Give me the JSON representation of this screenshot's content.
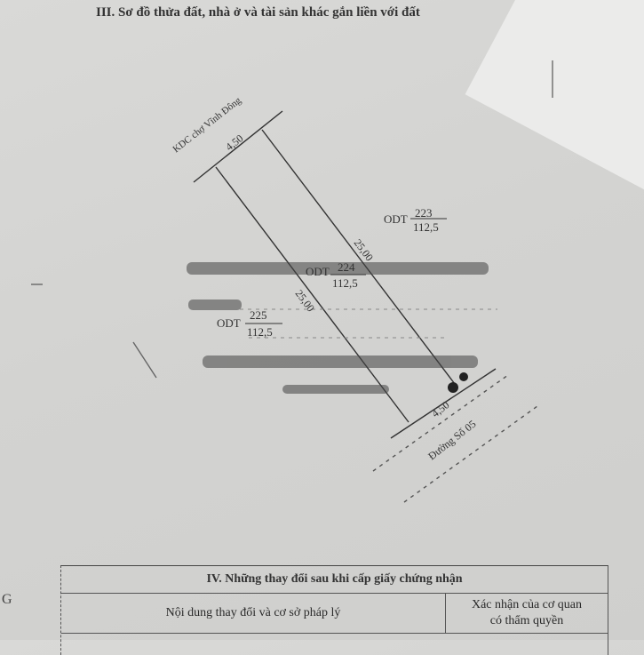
{
  "section3": {
    "heading": "III. Sơ đồ thửa đất, nhà ở và tài sản khác gắn liền với đất"
  },
  "diagram": {
    "top_road": "KDC chợ Vĩnh Đông",
    "bottom_road": "Đường Số 05",
    "top_width": "4,50",
    "bottom_width": "4,50",
    "side_right": "25,00",
    "side_left": "25,00",
    "parcels": [
      {
        "type": "ODT",
        "number": "223",
        "area": "112,5"
      },
      {
        "type": "ODT",
        "number": "224",
        "area": "112,5"
      },
      {
        "type": "ODT",
        "number": "225",
        "area": "112,5"
      }
    ]
  },
  "margin_letter": "G",
  "section4": {
    "title": "IV. Những thay đổi sau khi cấp giấy chứng nhận",
    "col1": "Nội dung thay đổi và cơ sở pháp lý",
    "col2_line1": "Xác nhận của cơ quan",
    "col2_line2": "có thẩm quyền"
  }
}
